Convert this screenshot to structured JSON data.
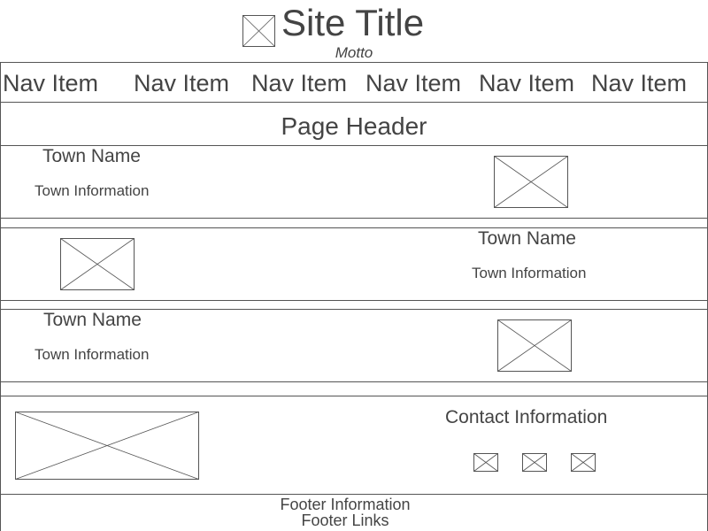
{
  "header": {
    "site_title": "Site Title",
    "motto": "Motto",
    "logo_icon": "image-placeholder-icon"
  },
  "nav": {
    "items": [
      {
        "label": "Nav Item"
      },
      {
        "label": "Nav Item"
      },
      {
        "label": "Nav Item"
      },
      {
        "label": "Nav Item"
      },
      {
        "label": "Nav Item"
      },
      {
        "label": "Nav Item"
      }
    ]
  },
  "page_header": "Page Header",
  "towns": [
    {
      "name": "Town Name",
      "info": "Town Information",
      "image_icon": "image-placeholder-icon"
    },
    {
      "name": "Town Name",
      "info": "Town Information",
      "image_icon": "image-placeholder-icon"
    },
    {
      "name": "Town Name",
      "info": "Town Information",
      "image_icon": "image-placeholder-icon"
    }
  ],
  "contact": {
    "title": "Contact Information",
    "map_icon": "image-placeholder-icon",
    "social_icons": [
      "image-placeholder-icon",
      "image-placeholder-icon",
      "image-placeholder-icon"
    ]
  },
  "footer": {
    "info": "Footer Information",
    "links": "Footer Links"
  },
  "colors": {
    "text": "#444444",
    "border": "#555555",
    "background": "#ffffff"
  }
}
